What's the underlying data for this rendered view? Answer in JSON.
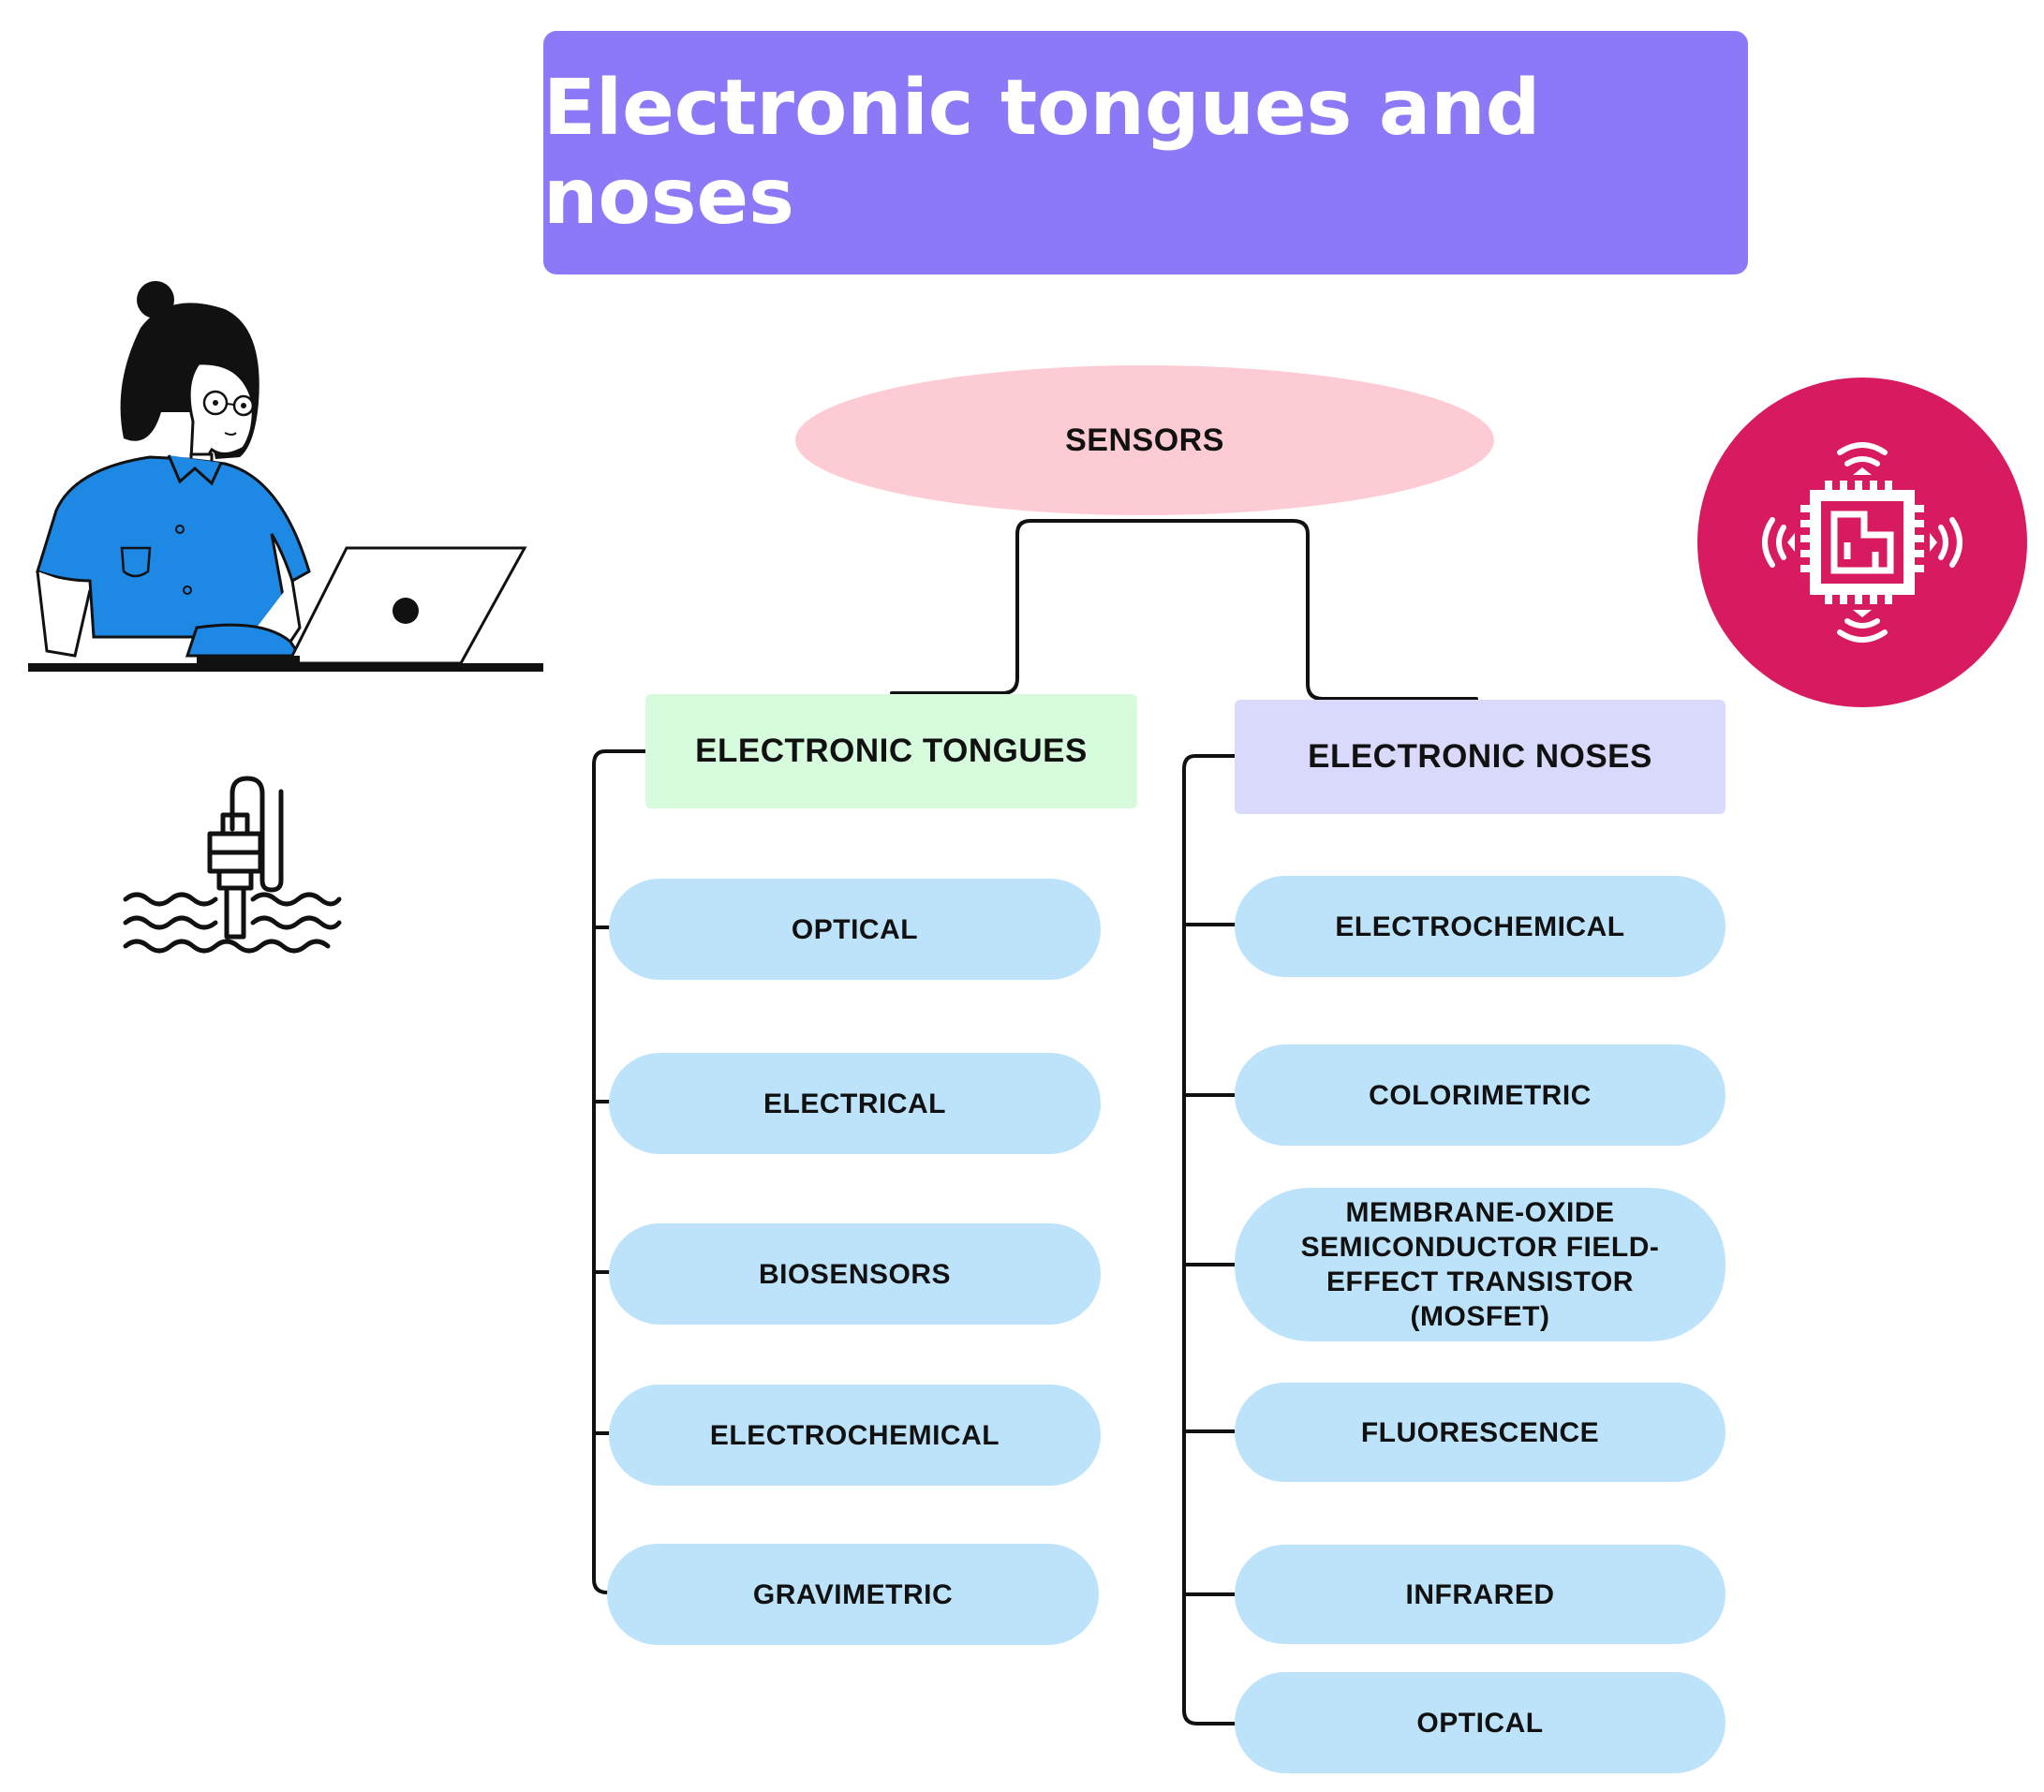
{
  "title": "Electronic tongues and noses",
  "root": "SENSORS",
  "tongues": {
    "label": "ELECTRONIC TONGUES",
    "items": [
      "OPTICAL",
      "ELECTRICAL",
      "BIOSENSORS",
      "ELECTROCHEMICAL",
      "GRAVIMETRIC"
    ]
  },
  "noses": {
    "label": "ELECTRONIC NOSES",
    "items": [
      "ELECTROCHEMICAL",
      "COLORIMETRIC",
      "MEMBRANE-OXIDE SEMICONDUCTOR FIELD-EFFECT TRANSISTOR (MOSFET)",
      "FLUORESCENCE",
      "INFRARED",
      "OPTICAL"
    ]
  },
  "illustrations": {
    "person": "person-at-laptop-icon",
    "probe": "water-probe-sensor-icon",
    "chip": "microchip-icon"
  },
  "colors": {
    "title_bg": "#8c79f8",
    "root_bg": "#fdcbd3",
    "tongues_bg": "#d7fbdd",
    "noses_bg": "#d9d9fc",
    "leaf_bg": "#bde3fb",
    "chip_bg": "#d81b60",
    "shirt": "#1e88e5"
  }
}
